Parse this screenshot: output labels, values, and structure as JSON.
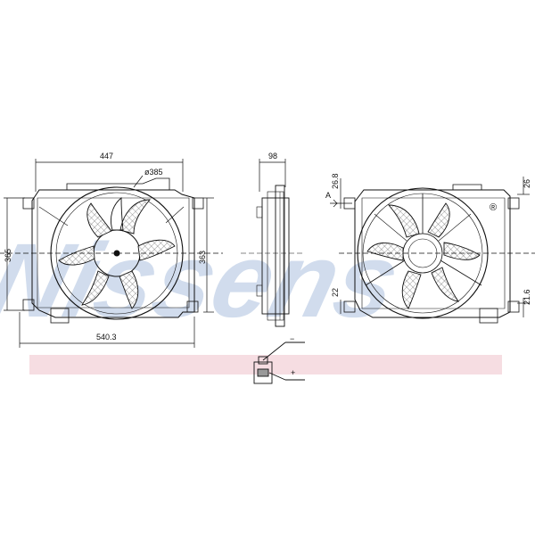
{
  "brand": {
    "watermark_text": "Nissens",
    "watermark_color": "#c9d7ea",
    "band_color": "#f6dde2"
  },
  "dimensions": {
    "overall_width": "447",
    "fan_diameter": "ø385",
    "shroud_height": "365",
    "fan_height": "363",
    "base_width": "540.3",
    "depth": "98",
    "top_offset": "26.8",
    "arrow_label": "A",
    "bottom_offset": "22",
    "right_top": "26",
    "right_bottom": "21.6"
  },
  "connector": {
    "negative_label": "−",
    "positive_label": "+"
  },
  "registered_mark": "®"
}
